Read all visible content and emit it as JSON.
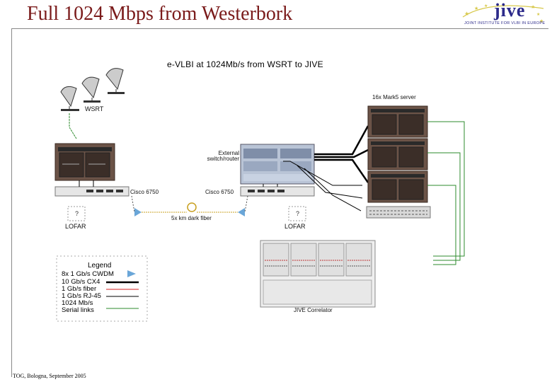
{
  "slide": {
    "title": "Full 1024 Mbps from Westerbork",
    "footer": "TOG, Bologna, September 2005"
  },
  "logo": {
    "word": "jive",
    "subtitle": "JOINT INSTITUTE FOR VLBI IN EUROPE"
  },
  "diagram": {
    "title": "e-VLBI at 1024Mb/s from WSRT to JIVE",
    "labels": {
      "wsrt": "WSRT",
      "mark5_server": "16x Mark5 server",
      "external_switch": "External\nswitch/router",
      "cisco_left": "Cisco 6750",
      "cisco_right": "Cisco 6750",
      "dark_fiber": "5x km dark fiber",
      "lofar_left": "LOFAR",
      "lofar_right": "LOFAR",
      "correlator": "JIVE Correlator"
    }
  },
  "legend": {
    "title": "Legend",
    "items": [
      {
        "label": "8x 1 Gb/s CWDM",
        "color": "#6aa6d8",
        "style": "arrow"
      },
      {
        "label": "10 Gb/s CX4",
        "color": "#000000",
        "style": "thick"
      },
      {
        "label": "1 Gb/s fiber",
        "color": "#d62020",
        "style": "line"
      },
      {
        "label": "1 Gb/s RJ-45",
        "color": "#000000",
        "style": "line"
      },
      {
        "label": "1024 Mb/s",
        "color": "",
        "style": "none"
      },
      {
        "label": "Serial links",
        "color": "#2e8b2e",
        "style": "green"
      }
    ]
  },
  "colors": {
    "title": "#7a1a1a",
    "logo": "#2c2a8a",
    "rack": "#6b5347",
    "serial_link": "#2e8b2e",
    "cwdm": "#6aa6d8",
    "fiber_loop": "#c8a020"
  }
}
